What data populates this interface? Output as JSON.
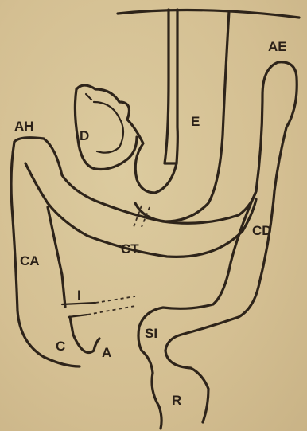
{
  "labels": {
    "E": "E",
    "D": "D",
    "AH": "AH",
    "AE": "AE",
    "CT": "CT",
    "CD": "CD",
    "CA": "CA",
    "I": "I",
    "C": "C",
    "A": "A",
    "SI": "SI",
    "R": "R"
  },
  "colors": {
    "paper": "#d9c69a",
    "ink": "#2e241a"
  }
}
